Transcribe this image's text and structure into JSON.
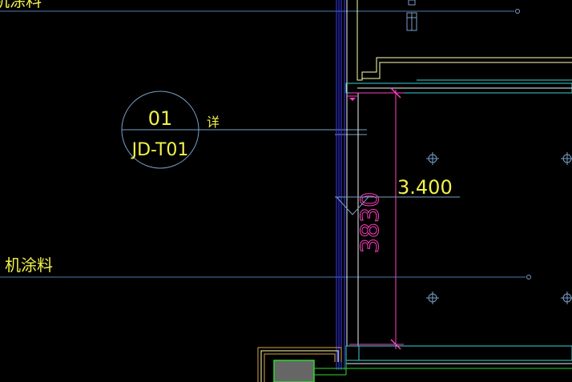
{
  "colors": {
    "background": "#000000",
    "leader_line": "#7aa0c8",
    "grid_line": "#4d7bb0",
    "yellow_text": "#f2f24b",
    "cyan": "#39d3d3",
    "blue": "#3c3cff",
    "magenta_dim": "#ff3fbf",
    "white_yellow": "#ffffb0",
    "green": "#2bdc2b",
    "gray_fill": "#666666",
    "orange": "#d9a441"
  },
  "annotations": {
    "top_fragment": "机涂料",
    "mid_fragment": "机涂料",
    "detail_label": "详",
    "elevation": "3.400",
    "dimension": "3830"
  },
  "detail_bubble": {
    "number": "01",
    "sheet": "JD-T01"
  },
  "icons": [
    "component-block-icon",
    "crosshair-target-icon",
    "elevation-marker-icon"
  ]
}
